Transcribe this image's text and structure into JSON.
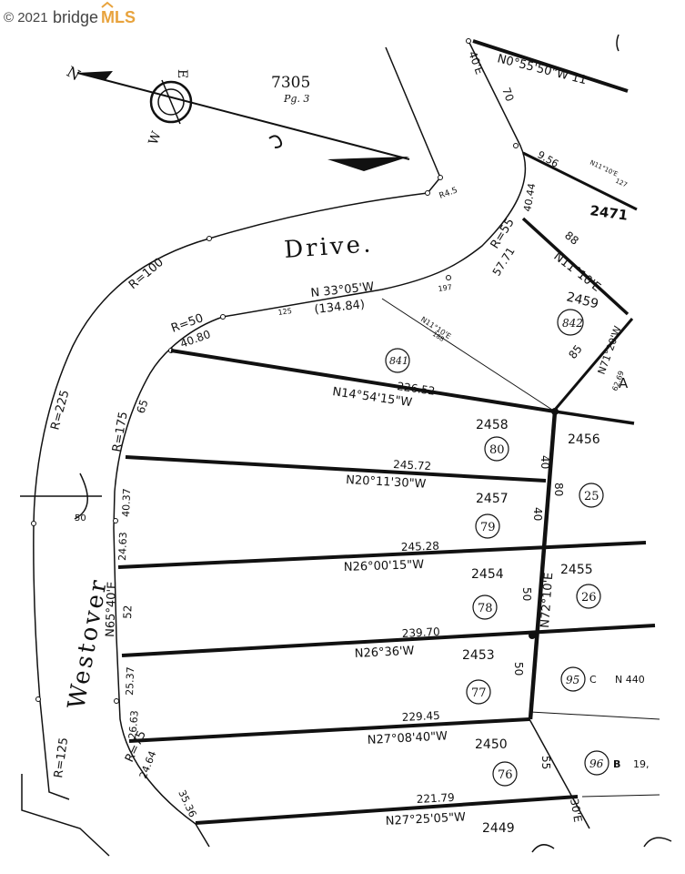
{
  "watermark": {
    "copyright": "© 2021",
    "brand_prefix": "bridge",
    "brand_suffix": "MLS",
    "brand_accent": "#e8a33d"
  },
  "map": {
    "page_ref": "7305",
    "page_sub": "Pg. 3",
    "compass": {
      "n": "N",
      "e": "E",
      "w": "W",
      "s": "S"
    },
    "streets": {
      "drive": "Drive.",
      "westover": "Westover"
    },
    "curve_labels": {
      "r100": "R=100",
      "r225": "R=225",
      "r55": "R=55",
      "r50": "R=50",
      "r175": "R=175",
      "r75": "R=75",
      "r125": "R=125",
      "r45": "R4.5"
    },
    "bearings": {
      "top_right": "N0°55'50\"W  11",
      "n33": "N 33°05'W",
      "n33_dist": "(134.84)",
      "n11": "N11°10'E",
      "n71": "N71°20'W",
      "diag": "N11°10'E",
      "n14": "N14°54'15\"W",
      "n20": "N20°11'30\"W",
      "n26a": "N26°00'15\"W",
      "n26b": "N26°36'W",
      "n27a": "N27°08'40\"W",
      "n27b": "N27°25'05\"W",
      "n65": "N65°40'E",
      "n72": "N72°10'E",
      "e40": "40'E",
      "e30": "30'E"
    },
    "distances": {
      "d70": "70",
      "d956": "9.56",
      "d4044": "40.44",
      "d5771": "57.71",
      "d88": "88",
      "d4080": "40.80",
      "d65": "65",
      "d85": "85",
      "d22652": "226.52",
      "d24572": "245.72",
      "d24528": "245.28",
      "d23970": "239.70",
      "d22945": "229.45",
      "d22179": "221.79",
      "d40a": "40",
      "d80": "80",
      "d40b": "40",
      "d50a": "50",
      "d50b": "50",
      "d55": "55",
      "d4037": "40.37",
      "d2463": "24.63",
      "d52": "52",
      "d2537": "25.37",
      "d2663": "26.63",
      "d2464": "24.64",
      "d3536": "35.36",
      "d50w": "50",
      "d197": "197",
      "d125": "125",
      "d6269": "62.69",
      "d188": "188"
    },
    "lots": {
      "l2471": "2471",
      "l2459": "2459",
      "l2458": "2458",
      "l2456": "2456",
      "l2457": "2457",
      "l2454": "2454",
      "l2455": "2455",
      "l2453": "2453",
      "l2450": "2450",
      "l2449": "2449"
    },
    "circled": {
      "c842": "842",
      "c841": "841",
      "c80": "80",
      "c25": "25",
      "c79": "79",
      "c78": "78",
      "c26": "26",
      "c77": "77",
      "c95": "95",
      "c76": "76",
      "c96": "96"
    },
    "misc": {
      "m95": "C",
      "m95b": "N 440",
      "m96": "B",
      "m96b": "19,",
      "mA": "A",
      "m1211": "N11°10'E",
      "m127": "127"
    }
  }
}
